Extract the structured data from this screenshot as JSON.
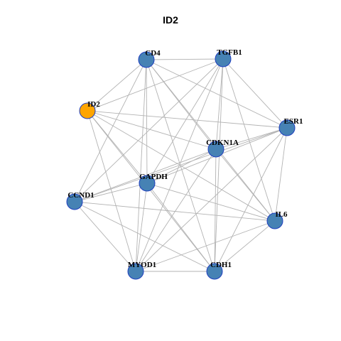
{
  "title": "ID2",
  "colors": {
    "node": "#4682b4",
    "highlight": "#ffa500",
    "node_border": "#1f3fbf",
    "edge": "#b3b3b3"
  },
  "nodes": [
    {
      "id": "CD4",
      "label": "CD4",
      "highlight": false
    },
    {
      "id": "TGFB1",
      "label": "TGFB1",
      "highlight": false
    },
    {
      "id": "ID2",
      "label": "ID2",
      "highlight": true
    },
    {
      "id": "ESR1",
      "label": "ESR1",
      "highlight": false
    },
    {
      "id": "CDKN1A",
      "label": "CDKN1A",
      "highlight": false
    },
    {
      "id": "GAPDH",
      "label": "GAPDH",
      "highlight": false
    },
    {
      "id": "CCND1",
      "label": "CCND1",
      "highlight": false
    },
    {
      "id": "IL6",
      "label": "IL6",
      "highlight": false
    },
    {
      "id": "MYOD1",
      "label": "MYOD1",
      "highlight": false
    },
    {
      "id": "CDH1",
      "label": "CDH1",
      "highlight": false
    }
  ],
  "edges": [
    [
      "CD4",
      "TGFB1"
    ],
    [
      "CD4",
      "ESR1"
    ],
    [
      "CD4",
      "CDKN1A"
    ],
    [
      "CD4",
      "GAPDH"
    ],
    [
      "CD4",
      "ID2"
    ],
    [
      "CD4",
      "CCND1"
    ],
    [
      "CD4",
      "MYOD1"
    ],
    [
      "CD4",
      "CDH1"
    ],
    [
      "CD4",
      "IL6"
    ],
    [
      "TGFB1",
      "ID2"
    ],
    [
      "TGFB1",
      "ESR1"
    ],
    [
      "TGFB1",
      "CDKN1A"
    ],
    [
      "TGFB1",
      "GAPDH"
    ],
    [
      "TGFB1",
      "CCND1"
    ],
    [
      "TGFB1",
      "MYOD1"
    ],
    [
      "TGFB1",
      "CDH1"
    ],
    [
      "TGFB1",
      "IL6"
    ],
    [
      "ID2",
      "ESR1"
    ],
    [
      "ID2",
      "CDKN1A"
    ],
    [
      "ID2",
      "GAPDH"
    ],
    [
      "ID2",
      "MYOD1"
    ],
    [
      "ID2",
      "CDH1"
    ],
    [
      "ID2",
      "IL6"
    ],
    [
      "ESR1",
      "CDKN1A"
    ],
    [
      "ESR1",
      "GAPDH"
    ],
    [
      "ESR1",
      "CCND1"
    ],
    [
      "ESR1",
      "MYOD1"
    ],
    [
      "ESR1",
      "CDH1"
    ],
    [
      "ESR1",
      "IL6"
    ],
    [
      "CDKN1A",
      "GAPDH"
    ],
    [
      "CDKN1A",
      "CCND1"
    ],
    [
      "CDKN1A",
      "MYOD1"
    ],
    [
      "CDKN1A",
      "CDH1"
    ],
    [
      "CDKN1A",
      "IL6"
    ],
    [
      "GAPDH",
      "CCND1"
    ],
    [
      "GAPDH",
      "MYOD1"
    ],
    [
      "GAPDH",
      "CDH1"
    ],
    [
      "GAPDH",
      "IL6"
    ],
    [
      "CCND1",
      "MYOD1"
    ],
    [
      "CCND1",
      "CDH1"
    ],
    [
      "CCND1",
      "IL6"
    ],
    [
      "MYOD1",
      "CDH1"
    ],
    [
      "MYOD1",
      "IL6"
    ],
    [
      "CDH1",
      "IL6"
    ]
  ]
}
